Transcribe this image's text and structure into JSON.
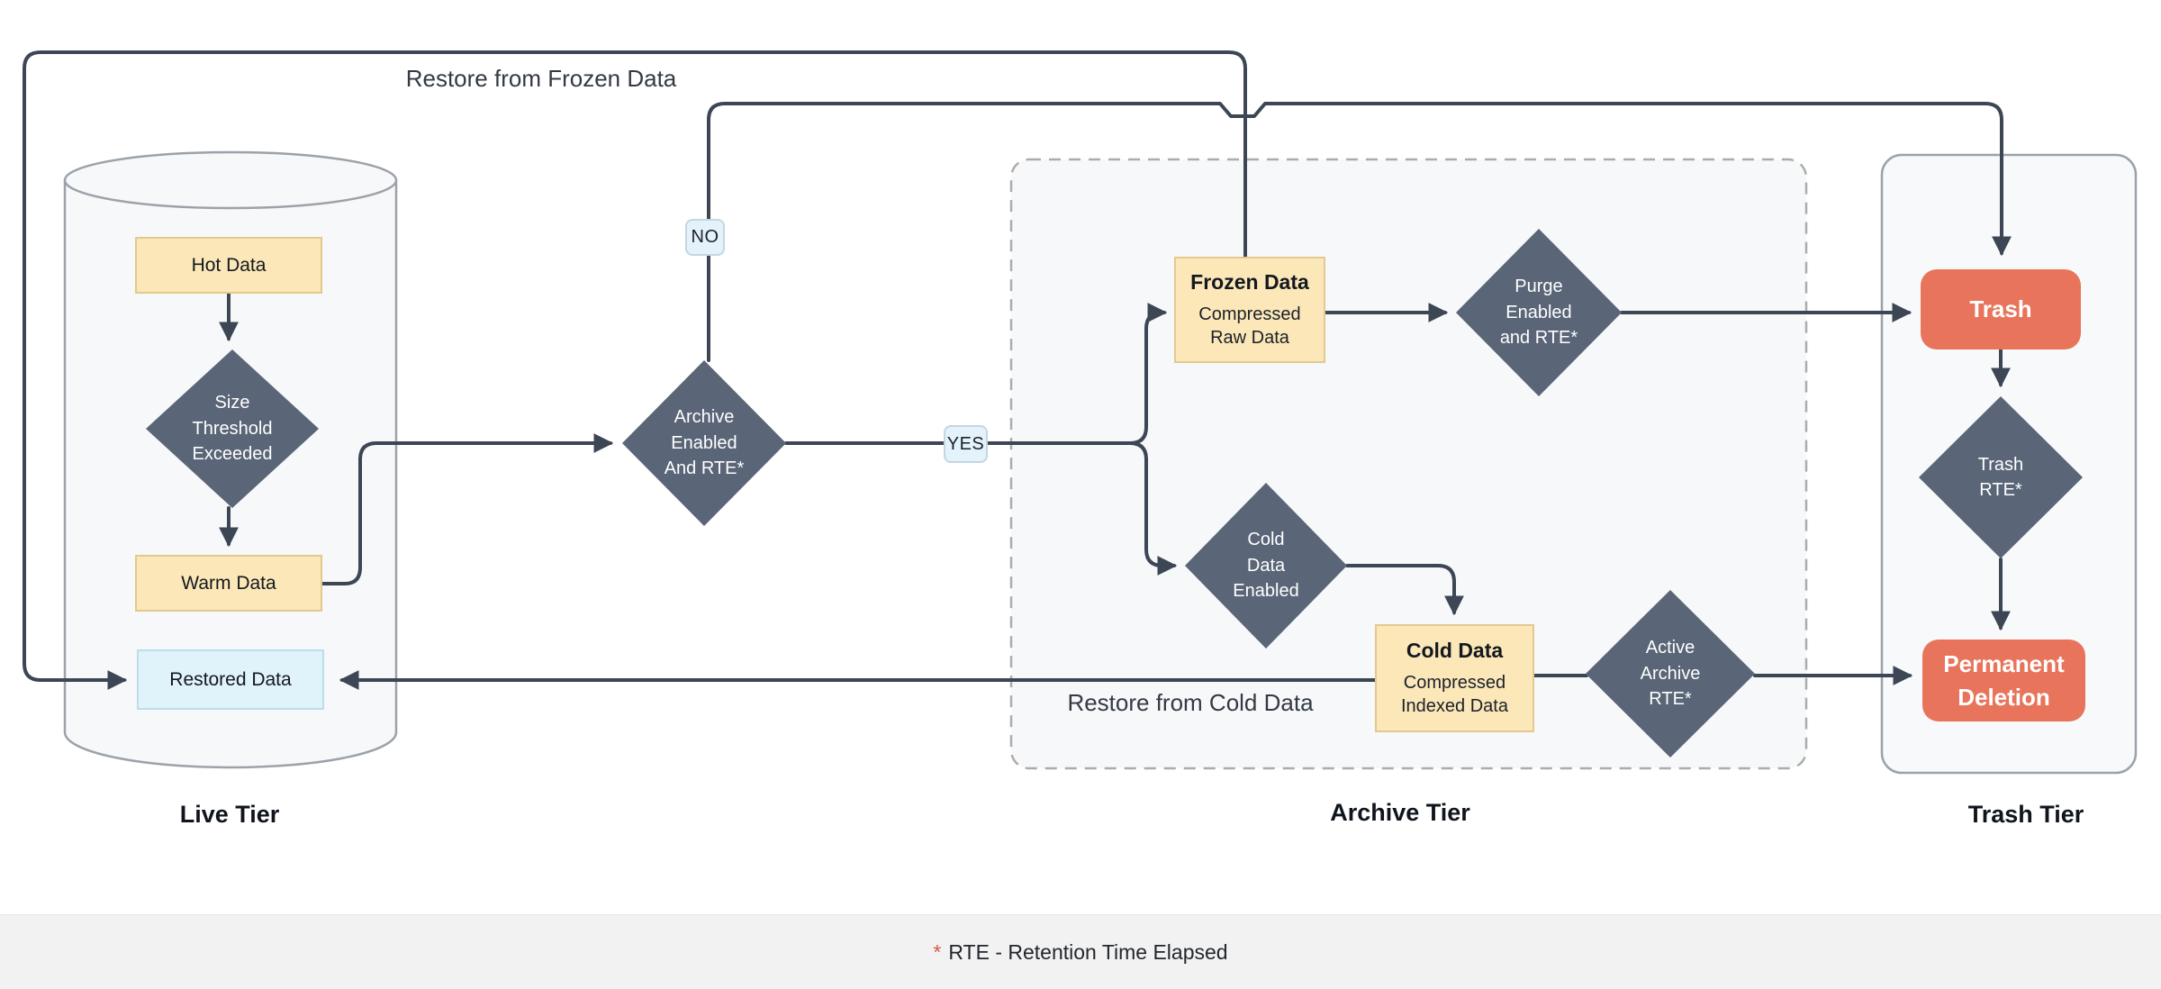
{
  "colors": {
    "connector": "#3C4654",
    "diamond_fill": "#5A6577",
    "yellow_fill": "#FBE7B7",
    "yellow_border": "#E3C98E",
    "blue_fill": "#E0F3FB",
    "blue_border": "#BCDDEB",
    "salmon_fill": "#E8755B",
    "container_fill": "#F7F8F9",
    "container_border": "#9BA2A9",
    "dashed_border": "#ACACAC",
    "footer_bg": "#F2F2F2",
    "footer_marker": "#D25B45"
  },
  "edge_labels": {
    "restore_frozen": "Restore from Frozen Data",
    "restore_cold": "Restore from Cold Data",
    "no": "NO",
    "yes": "YES"
  },
  "tiers": {
    "live": {
      "label": "Live Tier"
    },
    "archive": {
      "label": "Archive Tier"
    },
    "trash": {
      "label": "Trash Tier"
    }
  },
  "nodes": {
    "hot": {
      "label": "Hot Data"
    },
    "size_threshold": {
      "label": "Size\nThreshold\nExceeded"
    },
    "warm": {
      "label": "Warm Data"
    },
    "restored": {
      "label": "Restored Data"
    },
    "archive_enabled": {
      "label": "Archive\nEnabled\nAnd RTE*"
    },
    "frozen": {
      "title": "Frozen Data",
      "subtitle": "Compressed\nRaw Data"
    },
    "purge": {
      "label": "Purge\nEnabled\nand RTE*"
    },
    "cold_enabled": {
      "label": "Cold\nData\nEnabled"
    },
    "cold": {
      "title": "Cold Data",
      "subtitle": "Compressed\nIndexed Data"
    },
    "active_archive": {
      "label": "Active\nArchive\nRTE*"
    },
    "trash": {
      "label": "Trash"
    },
    "trash_rte": {
      "label": "Trash\nRTE*"
    },
    "permanent_deletion": {
      "label": "Permanent\nDeletion"
    }
  },
  "footer": {
    "marker": "*",
    "note": "RTE - Retention Time Elapsed"
  }
}
